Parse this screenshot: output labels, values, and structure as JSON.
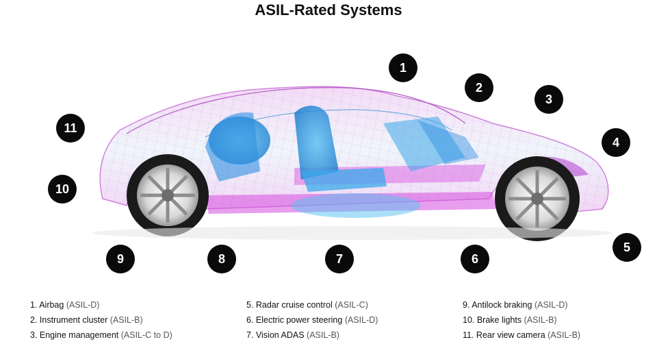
{
  "title": "ASIL-Rated Systems",
  "badges": [
    {
      "num": "1"
    },
    {
      "num": "2"
    },
    {
      "num": "3"
    },
    {
      "num": "4"
    },
    {
      "num": "5"
    },
    {
      "num": "6"
    },
    {
      "num": "7"
    },
    {
      "num": "8"
    },
    {
      "num": "9"
    },
    {
      "num": "10"
    },
    {
      "num": "11"
    }
  ],
  "legend": [
    [
      {
        "label": "1. Airbag",
        "rating": "(ASIL-D)"
      },
      {
        "label": "2. Instrument cluster",
        "rating": "(ASIL-B)"
      },
      {
        "label": "3. Engine management",
        "rating": "(ASIL-C to D)"
      }
    ],
    [
      {
        "label": "5. Radar cruise control",
        "rating": "(ASIL-C)"
      },
      {
        "label": "6. Electric power steering",
        "rating": "(ASIL-D)"
      },
      {
        "label": "7. Vision ADAS",
        "rating": "(ASIL-B)"
      }
    ],
    [
      {
        "label": "9. Antilock braking",
        "rating": "(ASIL-D)"
      },
      {
        "label": "10. Brake lights",
        "rating": "(ASIL-B)"
      },
      {
        "label": "11. Rear view camera",
        "rating": "(ASIL-B)"
      }
    ]
  ],
  "colors": {
    "badge": "#0a0a0a",
    "wire_magenta": "#d64fe0",
    "wire_blue": "#2f8fe0",
    "interior_blue": "#3aa8ea"
  }
}
